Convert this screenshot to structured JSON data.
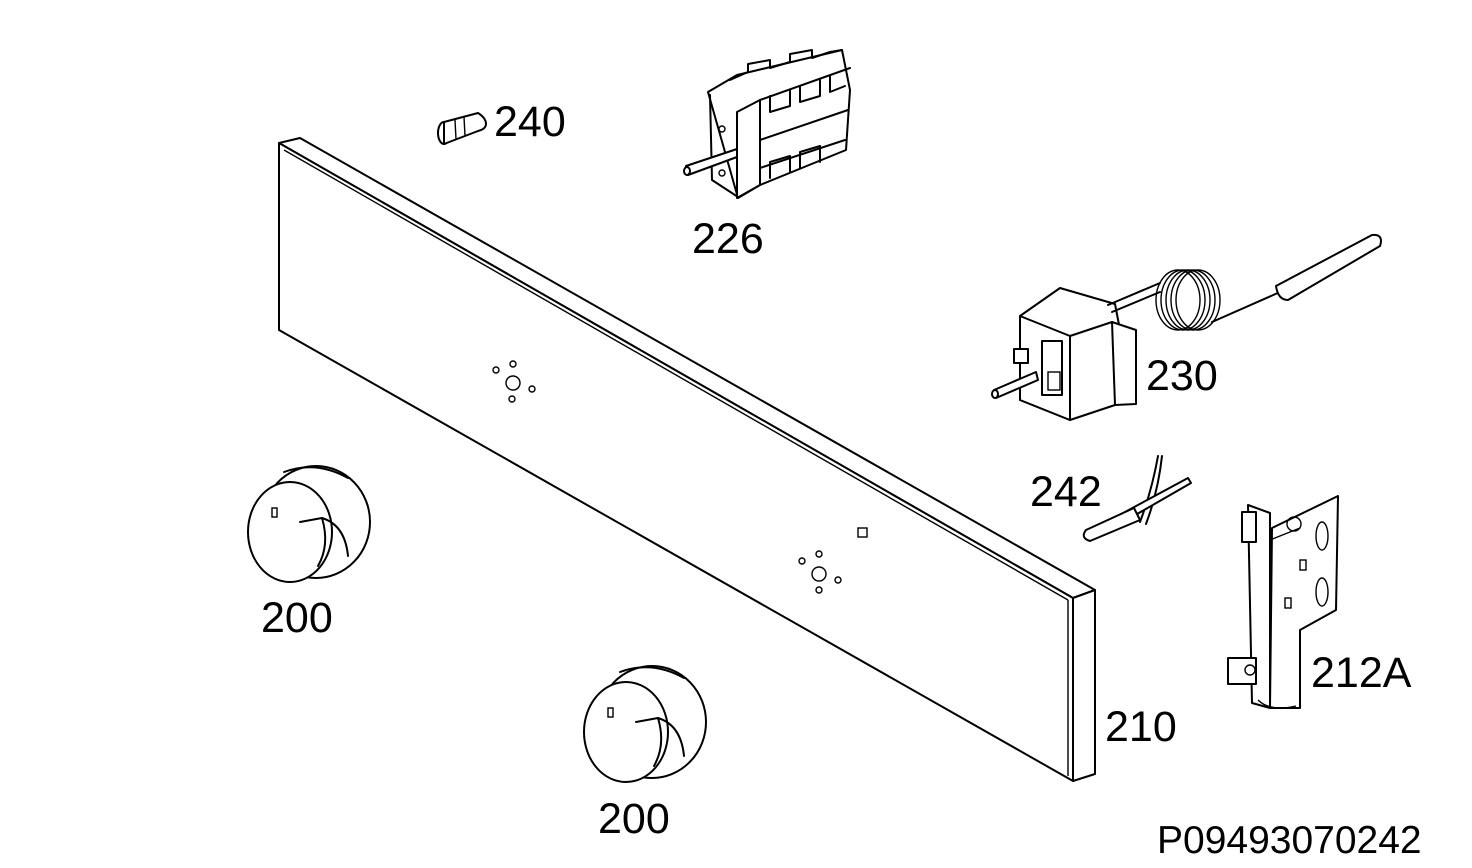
{
  "drawing_code": "P09493070242",
  "callouts": {
    "part_240": "240",
    "part_226": "226",
    "part_230": "230",
    "part_242": "242",
    "part_200_upper": "200",
    "part_200_lower": "200",
    "part_210": "210",
    "part_212A": "212A"
  },
  "colors": {
    "line": "#000000",
    "background": "#ffffff"
  }
}
